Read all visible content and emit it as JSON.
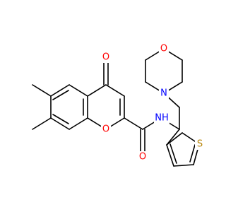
{
  "molecule": {
    "atoms": [
      {
        "id": "O4",
        "symbol": "O",
        "color": "#ff0000",
        "role": "ketone-oxygen"
      },
      {
        "id": "O1",
        "symbol": "O",
        "color": "#ff0000",
        "role": "ring-oxygen"
      },
      {
        "id": "Oamide",
        "symbol": "O",
        "color": "#ff0000",
        "role": "amide-oxygen"
      },
      {
        "id": "NH",
        "symbol": "NH",
        "color": "#0000ff",
        "role": "amide-nitrogen"
      },
      {
        "id": "Nmorph",
        "symbol": "N",
        "color": "#0000ff",
        "role": "morpholine-nitrogen"
      },
      {
        "id": "Omorph",
        "symbol": "O",
        "color": "#ff0000",
        "role": "morpholine-oxygen"
      },
      {
        "id": "S",
        "symbol": "S",
        "color": "#b8860b",
        "role": "thiophene-sulfur"
      }
    ],
    "bond_color": "#000000"
  }
}
